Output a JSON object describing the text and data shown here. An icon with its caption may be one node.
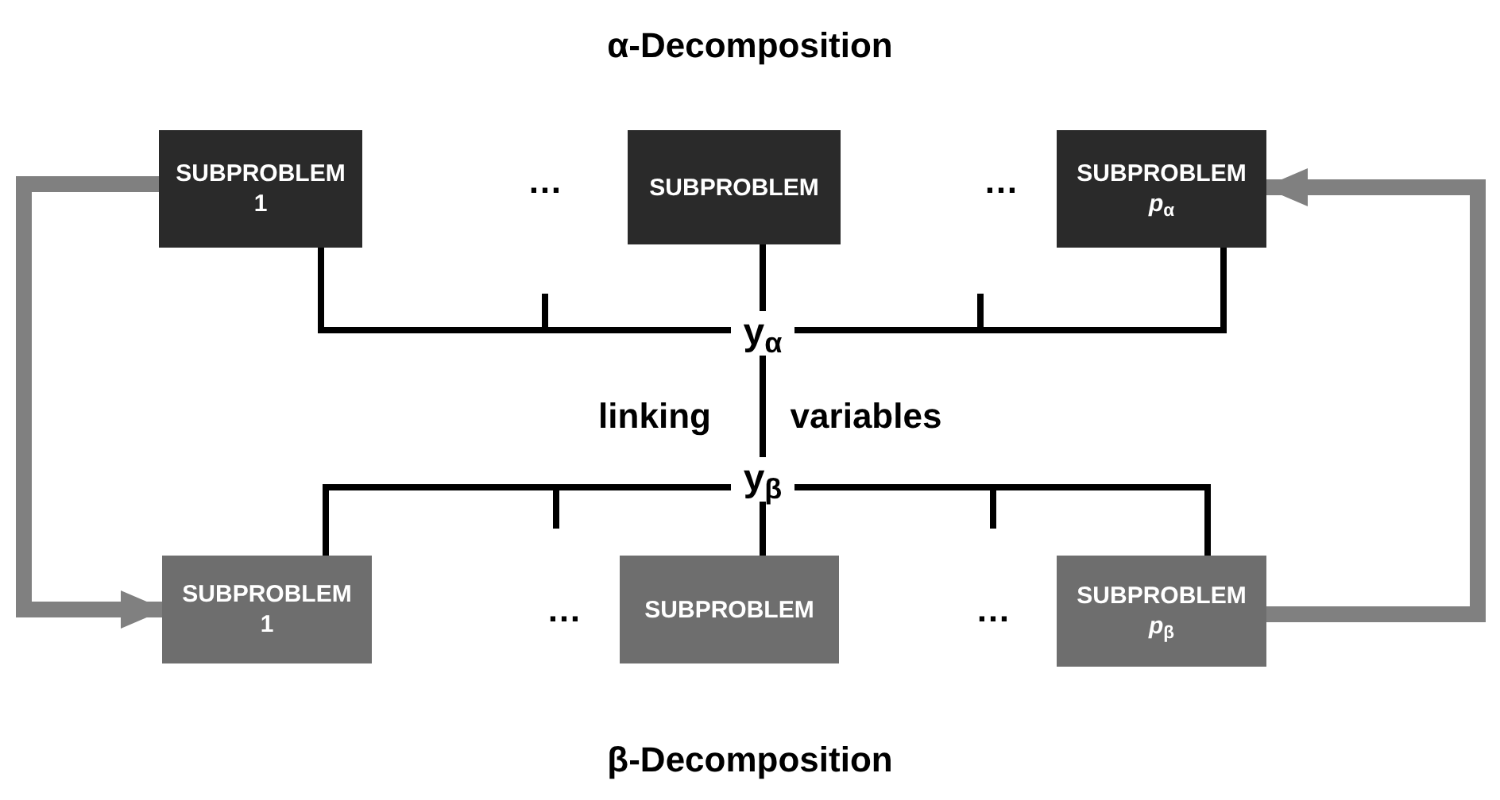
{
  "diagram": {
    "title": "α-Decomposition",
    "caption": "β-Decomposition",
    "nodes": [
      {
        "text": [
          "SUBPROBLEM 1"
        ]
      },
      {
        "text": [
          "SUBPROBLEM"
        ]
      },
      {
        "text": [
          "SUBPROBLEM *p*$_{α}$"
        ]
      },
      {
        "text": [
          "y$_{α}$"
        ]
      },
      {
        "text": [
          "y$_{β}$"
        ]
      },
      {
        "text": [
          "SUBPROBLEM 1"
        ]
      },
      {
        "text": [
          "SUBPROBLEM"
        ]
      },
      {
        "text": [
          "SUBPROBLEM *p*$_{β}$"
        ]
      }
    ],
    "edges": [
      {
        "from": 0,
        "to": 3,
        "arrow": "none"
      },
      {
        "from": 1,
        "to": 3,
        "arrow": "none"
      },
      {
        "from": 2,
        "to": 3,
        "arrow": "none"
      },
      {
        "from": 3,
        "to": 4,
        "arrow": "none"
      },
      {
        "from": 4,
        "to": 5,
        "arrow": "none"
      },
      {
        "from": 4,
        "to": 6,
        "arrow": "none"
      },
      {
        "from": 4,
        "to": 7,
        "arrow": "none"
      },
      {
        "from": 0,
        "to": 5,
        "arrow": "to",
        "style": "thick",
        "color": "#808080"
      },
      {
        "from": 7,
        "to": 2,
        "arrow": "to",
        "style": "thick",
        "color": "#808080"
      }
    ],
    "labels": [
      "…",
      "…",
      "linking",
      "variables",
      "…",
      "…"
    ]
  }
}
